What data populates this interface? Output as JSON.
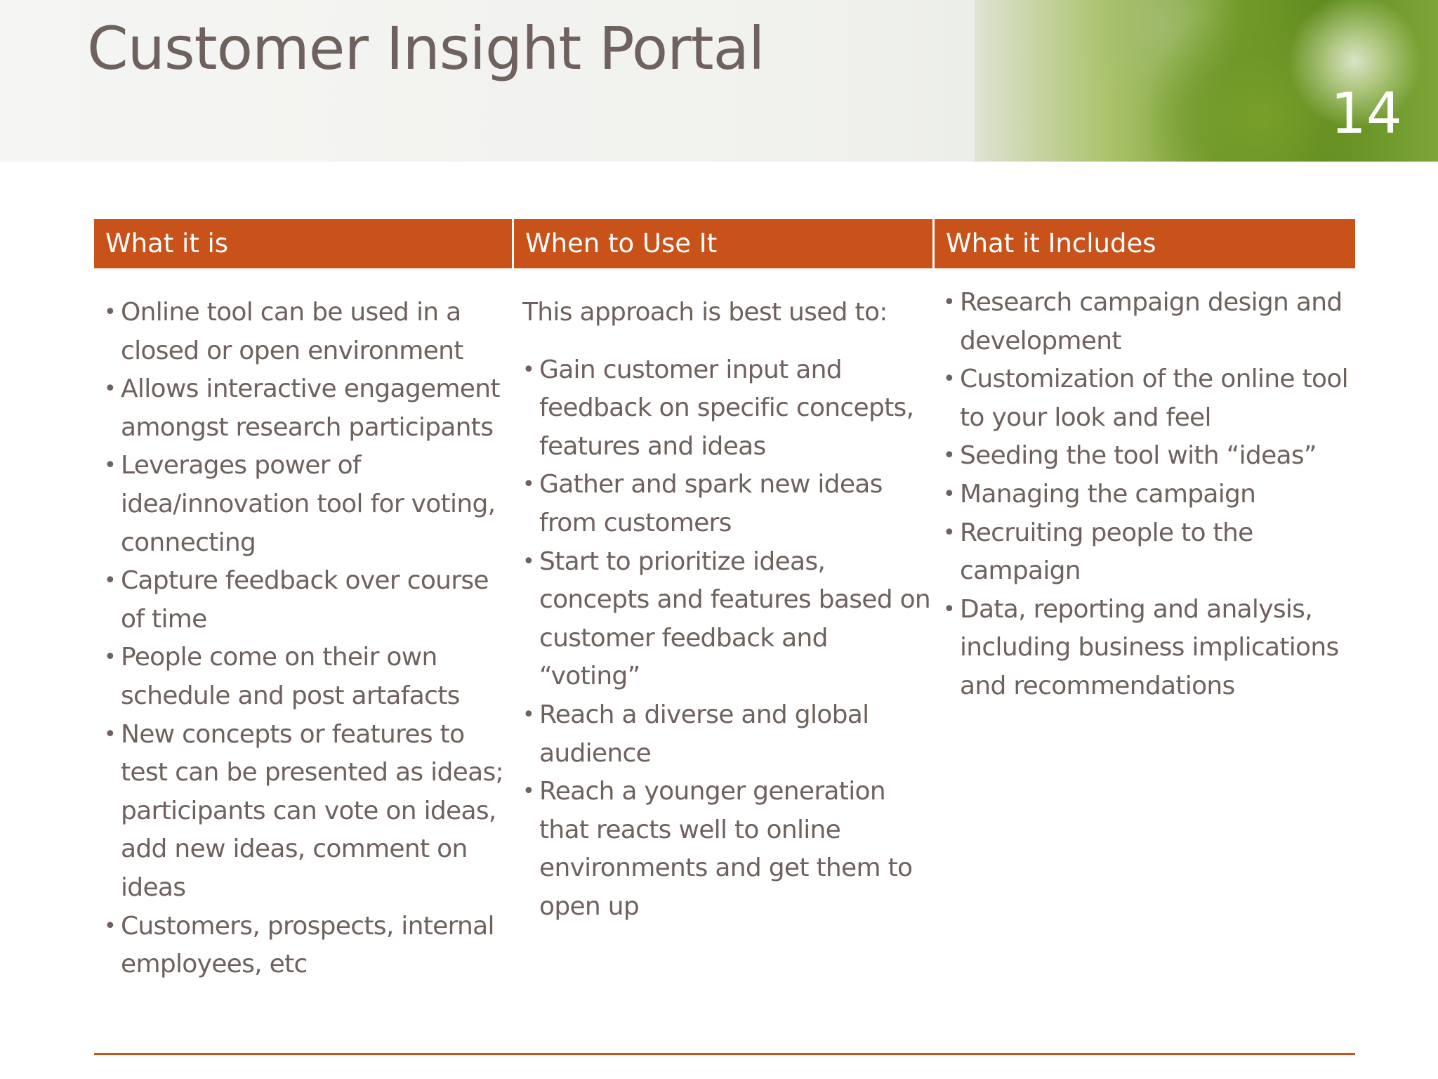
{
  "slide": {
    "title": "Customer Insight Portal",
    "page_number": "14"
  },
  "table": {
    "headers": [
      "What it is",
      "When to Use It",
      "What it Includes"
    ],
    "what_it_is": [
      "Online tool can be used in a closed or open environment",
      "Allows interactive engagement amongst research participants",
      "Leverages power of idea/innovation tool for voting, connecting",
      "Capture feedback over course of time",
      "People come on their own schedule and post artafacts",
      "New concepts or features to test can be presented as ideas; participants can vote on ideas, add new ideas, comment on ideas",
      "Customers, prospects, internal employees, etc"
    ],
    "when_to_use": {
      "intro": "This approach is best used to:",
      "items": [
        "Gain customer input and feedback on specific concepts, features and ideas",
        "Gather and spark new ideas from customers",
        "Start to prioritize ideas, concepts and features based on customer feedback and “voting”",
        "Reach a diverse and global audience",
        "Reach a younger generation that reacts well to online environments and get them to open up"
      ]
    },
    "what_it_includes": [
      "Research campaign design and development",
      "Customization of the online tool to your look and feel",
      "Seeding the tool with “ideas”",
      "Managing the campaign",
      "Recruiting people to the campaign",
      "Data, reporting and analysis, including business implications and recommendations"
    ]
  },
  "colors": {
    "accent": "#c9511a",
    "text": "#6f615d",
    "background": "#ffffff"
  }
}
